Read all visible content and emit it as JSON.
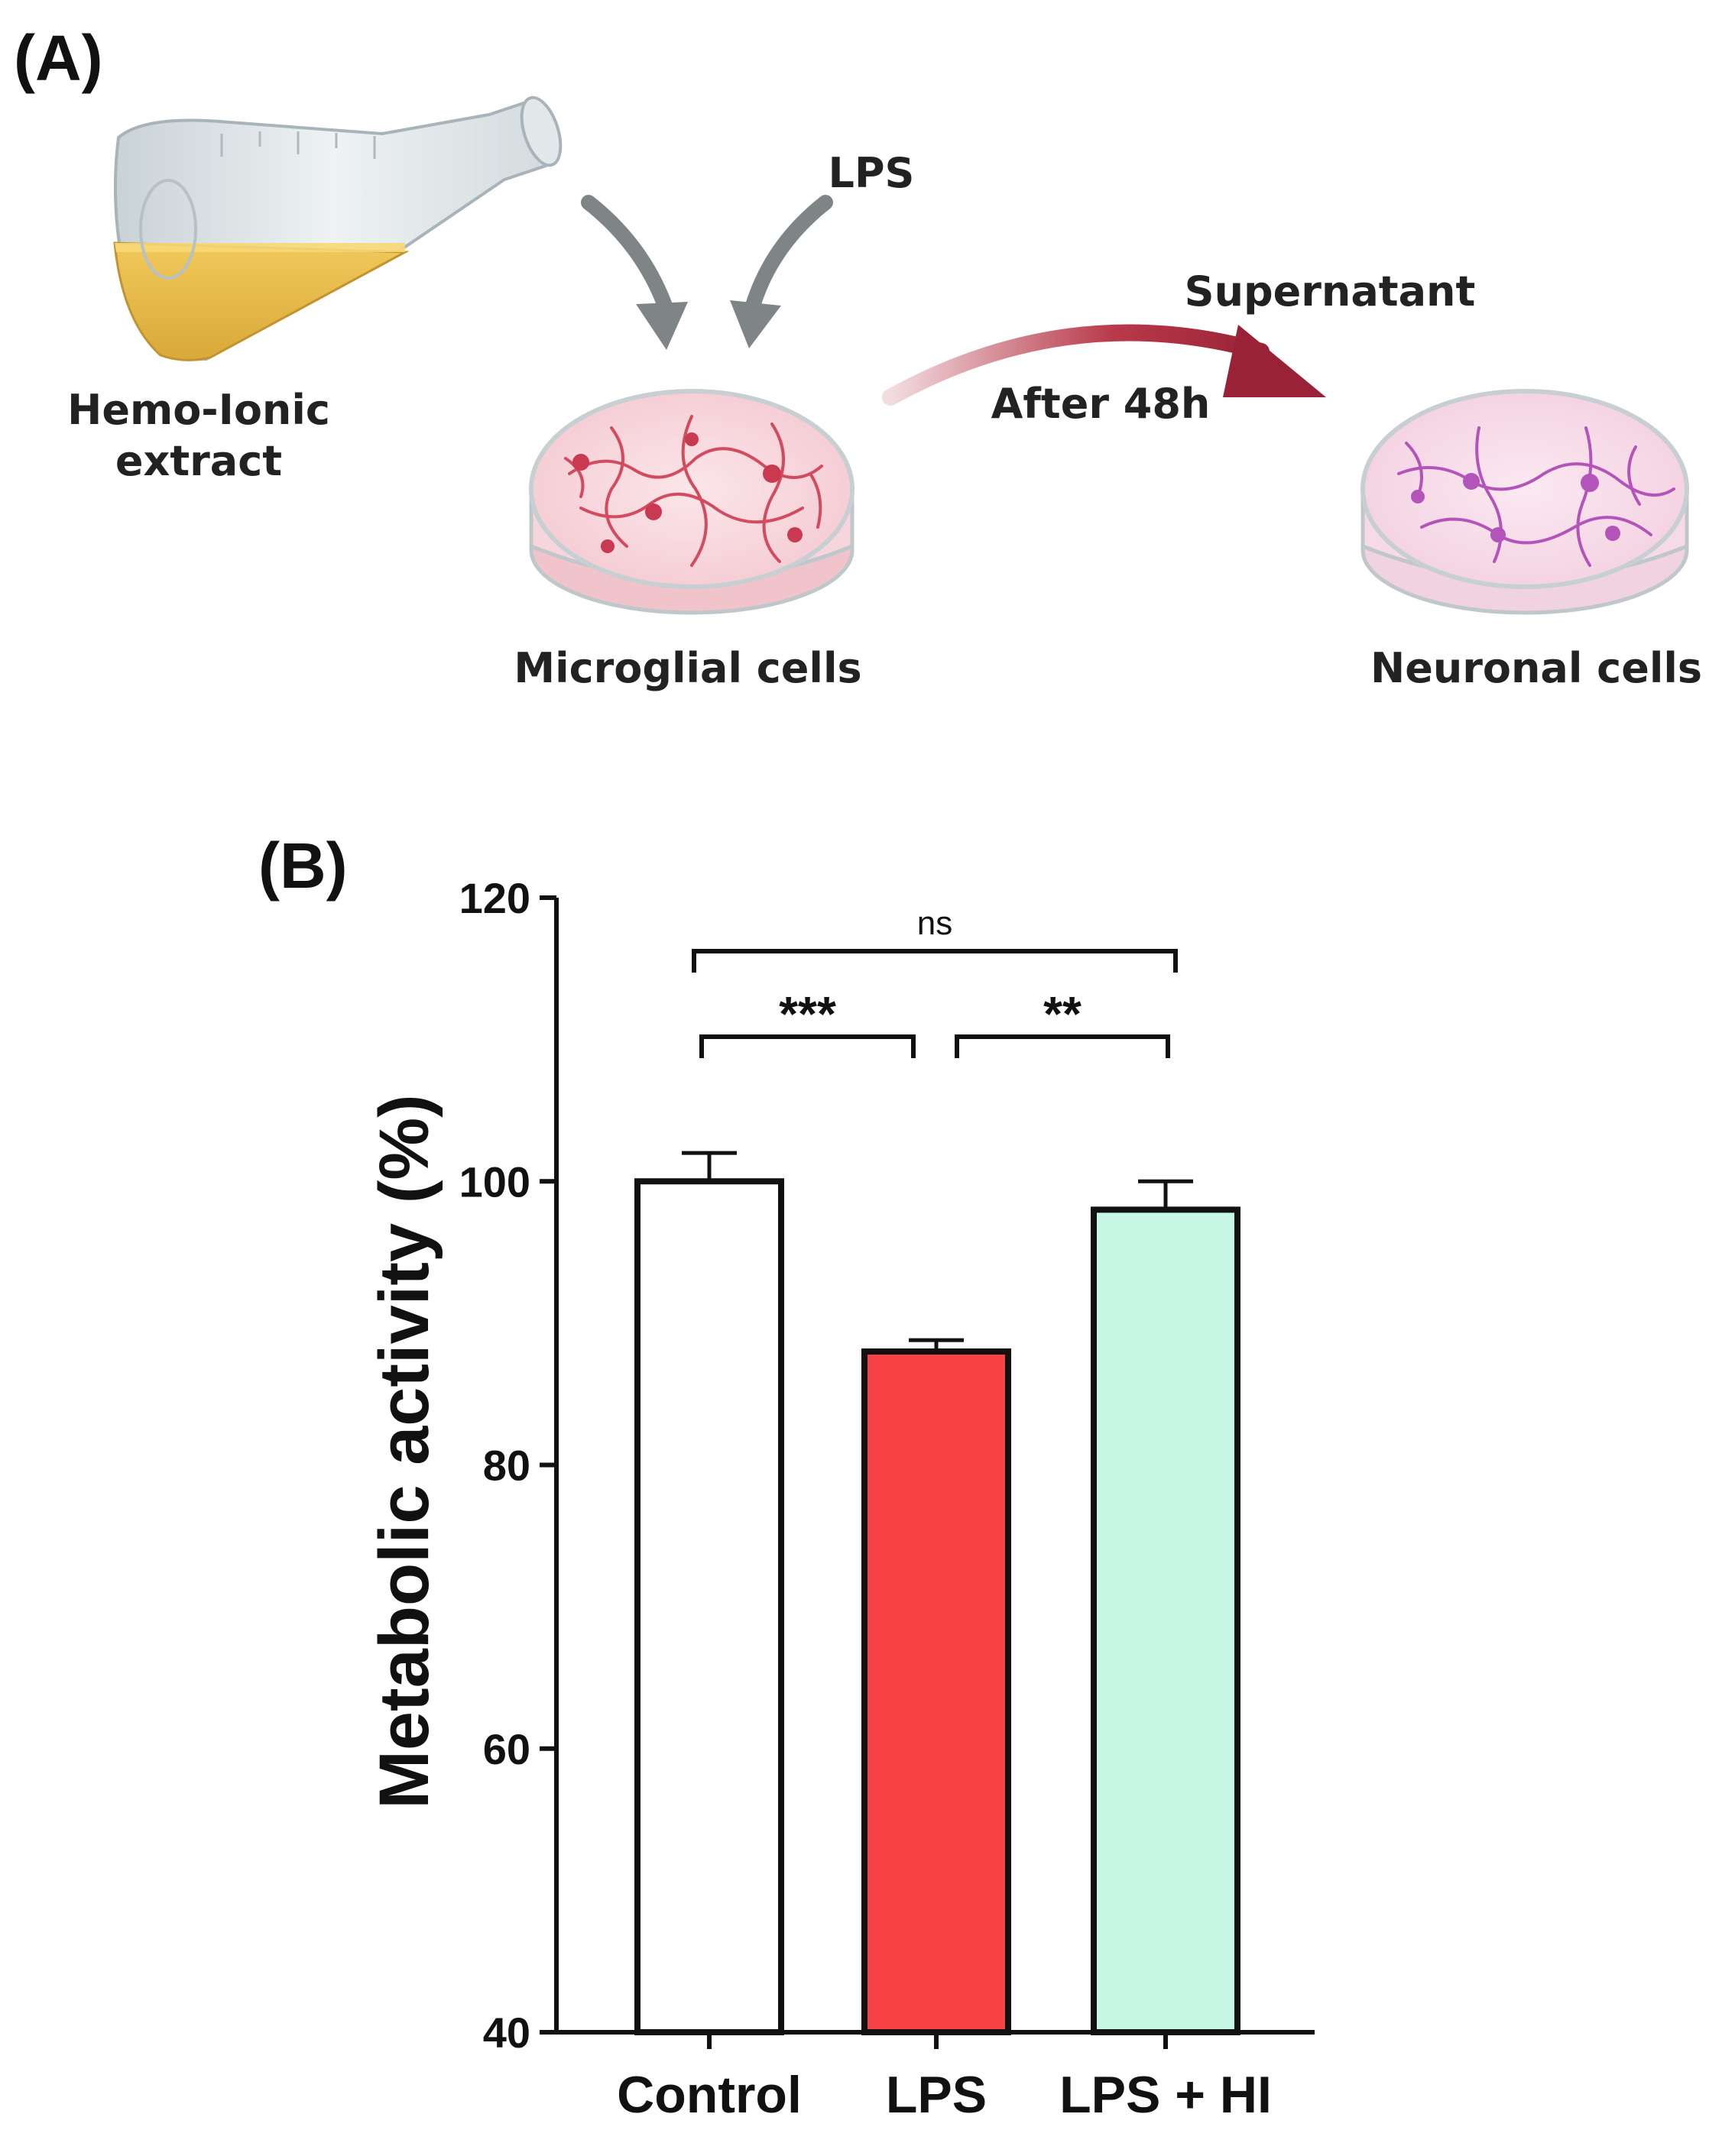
{
  "panel_a": {
    "label": "(A)",
    "extract_label_line1": "Hemo-Ionic",
    "extract_label_line2": "extract",
    "lps_label": "LPS",
    "supernatant_label": "Supernatant",
    "time_label": "After 48h",
    "microglia_label": "Microglial cells",
    "neuron_label": "Neuronal cells"
  },
  "panel_b": {
    "label": "(B)"
  },
  "chart_data": {
    "type": "bar",
    "categories": [
      "Control",
      "LPS",
      "LPS + HI"
    ],
    "values": [
      100,
      88,
      98
    ],
    "errors": [
      2,
      0.8,
      2
    ],
    "bar_colors": [
      "#ffffff",
      "#f64245",
      "#c9f7e5"
    ],
    "ylabel": "Metabolic activity (%)",
    "ylim": [
      40,
      120
    ],
    "yticks": [
      40,
      60,
      80,
      100,
      120
    ],
    "grid": false,
    "significance": [
      {
        "from": 0,
        "to": 2,
        "text": "ns"
      },
      {
        "from": 0,
        "to": 1,
        "text": "***"
      },
      {
        "from": 1,
        "to": 2,
        "text": "**"
      }
    ]
  }
}
